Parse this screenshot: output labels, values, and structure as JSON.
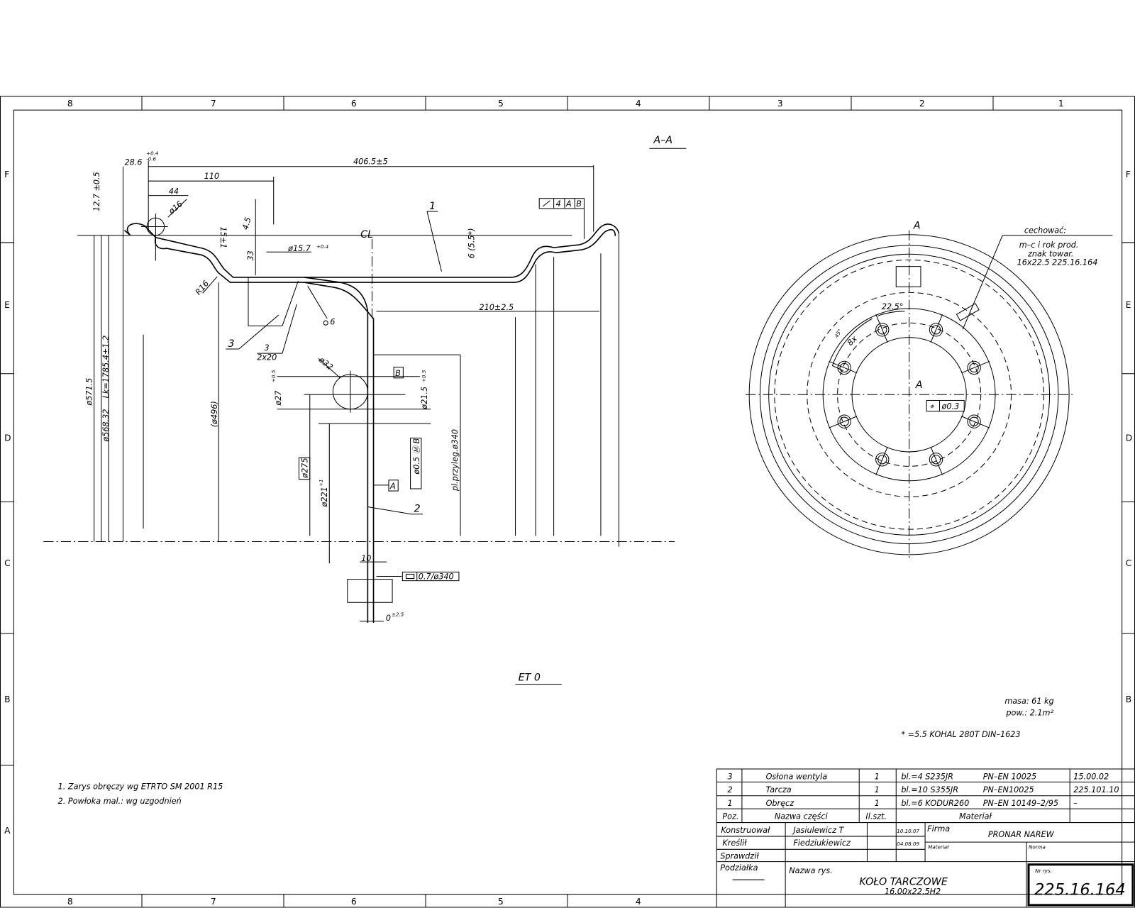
{
  "sheet": {
    "columns_top": [
      "8",
      "7",
      "6",
      "5",
      "4",
      "3",
      "2",
      "1"
    ],
    "columns_bottom": [
      "8",
      "7",
      "6",
      "5",
      "4"
    ],
    "rows": [
      "F",
      "E",
      "D",
      "C",
      "B",
      "A"
    ]
  },
  "section": {
    "title": "A–A",
    "d_28_6": "28.6",
    "tol_28_6_up": "+0.4",
    "tol_28_6_dn": "-0.6",
    "d_406": "406.5±5",
    "d_110": "110",
    "d_44": "44",
    "d_r16_top": "ø16",
    "d_12_7": "12.7 ±0.5",
    "d_15": "15±1",
    "d_4_5": "4.5",
    "d_33": "33",
    "d_15_7": "ø15.7",
    "tol_15_7": "+0.4",
    "d_r16": "R16",
    "d_6": "6 (5.5*)",
    "d_210": "210±2.5",
    "tol_frame": [
      "4",
      "A",
      "B"
    ],
    "cl": "CL",
    "leader_1": "1",
    "leader_2": "2",
    "leader_3": "3",
    "weld_6": "6",
    "weld_3": "3",
    "weld_2x20": "2x20",
    "d_32": "ø32",
    "d_27": "ø27",
    "tol_27": "+0.5",
    "d_21_5": "ø21.5",
    "tol_21_5": "+0.5",
    "datum_b": "B",
    "datum_a": "A",
    "d_340": "pl.przyleg.ø340",
    "pos_tol": "ø0.5 Ⓜ B",
    "d_275": "ø275",
    "d_221": "ø221",
    "tol_221": "+1",
    "d_571": "ø571.5",
    "d_568": "ø568.32",
    "d_lk": "Lk=1785.4±1.2",
    "d_496": "(ø496)",
    "d_10": "10",
    "flat_tol": "0.7/ø340",
    "d_0": "0",
    "tol_0": "±2.5",
    "et": "ET 0"
  },
  "front": {
    "label_a_top": "A",
    "label_a_center": "A",
    "angle": "22.5°",
    "angle_45": "45°",
    "count": "8x",
    "pos_tol": "ø0.3",
    "mark_title": "cechować:",
    "mark_lines": [
      "m–c i rok prod.",
      "znak towar.",
      "16x22.5   225.16.164"
    ]
  },
  "notes": {
    "mass": "masa: 61 kg",
    "area": "pow.: 2.1m²",
    "footnote": "* =5.5 KOHAL 280T  DIN–1623",
    "items": [
      "1. Zarys obręczy wg ETRTO SM 2001 R15",
      "2. Powłoka mal.: wg uzgodnień"
    ]
  },
  "title_block": {
    "parts": [
      {
        "pos": "3",
        "name": "Osłona wentyla",
        "qty": "1",
        "material": "bl.=4  S235JR",
        "norm": "PN–EN 10025",
        "ref": "15.00.02"
      },
      {
        "pos": "2",
        "name": "Tarcza",
        "qty": "1",
        "material": "bl.=10  S355JR",
        "norm": "PN–EN10025",
        "ref": "225.101.10"
      },
      {
        "pos": "1",
        "name": "Obręcz",
        "qty": "1",
        "material": "bl.=6  KODUR260",
        "norm": "PN–EN 10149–2/95",
        "ref": "–"
      }
    ],
    "header": {
      "pos": "Poz.",
      "name": "Nazwa części",
      "qty": "Il.szt.",
      "material": "Materiał"
    },
    "designed_label": "Konstruował",
    "designed_by": "Jasiulewicz T",
    "designed_date": "10.10.07",
    "drawn_label": "Kreślił",
    "drawn_by": "Fiedziukiewicz",
    "drawn_date": "04.08.09",
    "checked_label": "Sprawdził",
    "firm_label": "Firma",
    "firm": "PRONAR NAREW",
    "material_label": "Materiał",
    "norm_label": "Norma",
    "scale_label": "Podziałka",
    "drawing_name_label": "Nazwa rys.",
    "drawing_name": "KOŁO TARCZOWE",
    "drawing_sub": "16.00x22.5H2",
    "drawing_no_label": "Nr rys.",
    "drawing_no": "225.16.164"
  }
}
